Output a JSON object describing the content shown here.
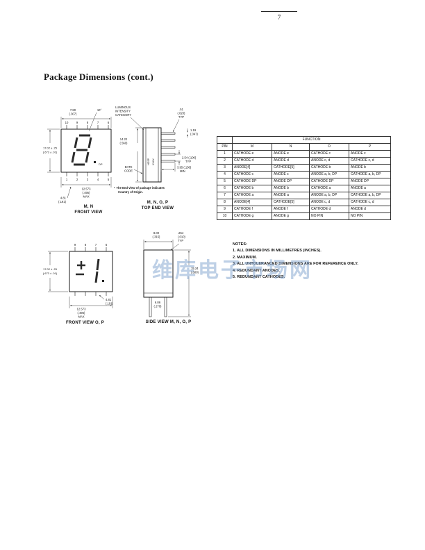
{
  "page": {
    "number": "7",
    "heading": "Package Dimensions (cont.)"
  },
  "watermark": {
    "text": "维库电子市场网"
  },
  "front_view_mn": {
    "pins_top": [
      "10",
      "9",
      "8",
      "7",
      "6"
    ],
    "pins_bottom": [
      "1",
      "2",
      "3",
      "4",
      "5"
    ],
    "dp_label": "DP",
    "dim_width": [
      "7.80",
      "(.307)"
    ],
    "angle": "10°",
    "dim_height": [
      "17.02 ± .25",
      "(.673 ± .01)"
    ],
    "dim_base": [
      "12.573",
      "(.495)",
      "MAX"
    ],
    "dim_pin": [
      "4.81",
      "(.191)"
    ],
    "caption": [
      "M, N",
      "FRONT VIEW"
    ]
  },
  "top_end_view": {
    "luminous": [
      "LUMINOUS",
      "INTENSITY",
      "CATEGORY"
    ],
    "dim_pin_thick": [
      ".51",
      "(.020)",
      "TYP"
    ],
    "dim_lead": [
      "1.19",
      "(.047)"
    ],
    "dim_pitch": [
      "2.54 (.100)",
      "TYP"
    ],
    "dim_standoff": [
      "3.95 (.156)",
      "MIN"
    ],
    "dim_length": [
      "14.22",
      "(.560)"
    ],
    "date_code": [
      "DATE",
      "CODE"
    ],
    "marking": [
      "HDSP",
      "XXXX"
    ],
    "note_bullet": "•",
    "note": [
      "The End View of package indicates",
      "Country of Origin."
    ],
    "caption": [
      "M, N, O, P",
      "TOP END VIEW"
    ]
  },
  "front_view_op": {
    "pins_top": [
      "9",
      "8",
      "7",
      "6"
    ],
    "dim_height": [
      "17.02 ± .25",
      "(.673 ± .01)"
    ],
    "dim_base": [
      "12.573",
      "(.495)",
      "MAX"
    ],
    "dim_pin": [
      "4.81",
      "(.191)"
    ],
    "caption": "FRONT VIEW O, P"
  },
  "side_view": {
    "dim_width": [
      "8.00",
      "(.315)"
    ],
    "dim_lead_thick": [
      ".254",
      "(.010)",
      "TYP"
    ],
    "dim_height": [
      "15.24",
      "(.600)"
    ],
    "dim_body": [
      "6.86",
      "(.270)"
    ],
    "caption": "SIDE VIEW M, N, O, P"
  },
  "function_table": {
    "title": "FUNCTION",
    "headers": {
      "pin": "PIN",
      "m": "M",
      "n": "N",
      "o": "O",
      "p": "P"
    },
    "rows": [
      {
        "pin": "1",
        "m": "CATHODE e",
        "n": "ANODE e",
        "o": "CATHODE c",
        "p": "ANODE c"
      },
      {
        "pin": "2",
        "m": "CATHODE d",
        "n": "ANODE d",
        "o": "ANODE c, d",
        "p": "CATHODE c, d"
      },
      {
        "pin": "3",
        "m": "ANODE[4]",
        "n": "CATHODE[5]",
        "o": "CATHODE b",
        "p": "ANODE b"
      },
      {
        "pin": "4",
        "m": "CATHODE c",
        "n": "ANODE c",
        "o": "ANODE a, b, DP",
        "p": "CATHODE a, b, DP"
      },
      {
        "pin": "5",
        "m": "CATHODE DP",
        "n": "ANODE DP",
        "o": "CATHODE DP",
        "p": "ANODE DP"
      },
      {
        "pin": "6",
        "m": "CATHODE b",
        "n": "ANODE b",
        "o": "CATHODE a",
        "p": "ANODE a"
      },
      {
        "pin": "7",
        "m": "CATHODE a",
        "n": "ANODE a",
        "o": "ANODE a, b, DP",
        "p": "CATHODE a, b, DP"
      },
      {
        "pin": "8",
        "m": "ANODE[4]",
        "n": "CATHODE[5]",
        "o": "ANODE c, d",
        "p": "CATHODE c, d"
      },
      {
        "pin": "9",
        "m": "CATHODE f",
        "n": "ANODE f",
        "o": "CATHODE d",
        "p": "ANODE d"
      },
      {
        "pin": "10",
        "m": "CATHODE g",
        "n": "ANODE g",
        "o": "NO PIN",
        "p": "NO PIN"
      }
    ]
  },
  "notes": {
    "title": "NOTES:",
    "items": [
      "1. ALL DIMENSIONS IN MILLIMETRES (INCHES).",
      "2. MAXIMUM.",
      "3. ALL UNTOLERANCED DIMENSIONS ARE FOR REFERENCE ONLY.",
      "4. REDUNDANT ANODES.",
      "5. REDUNDANT CATHODES."
    ]
  }
}
